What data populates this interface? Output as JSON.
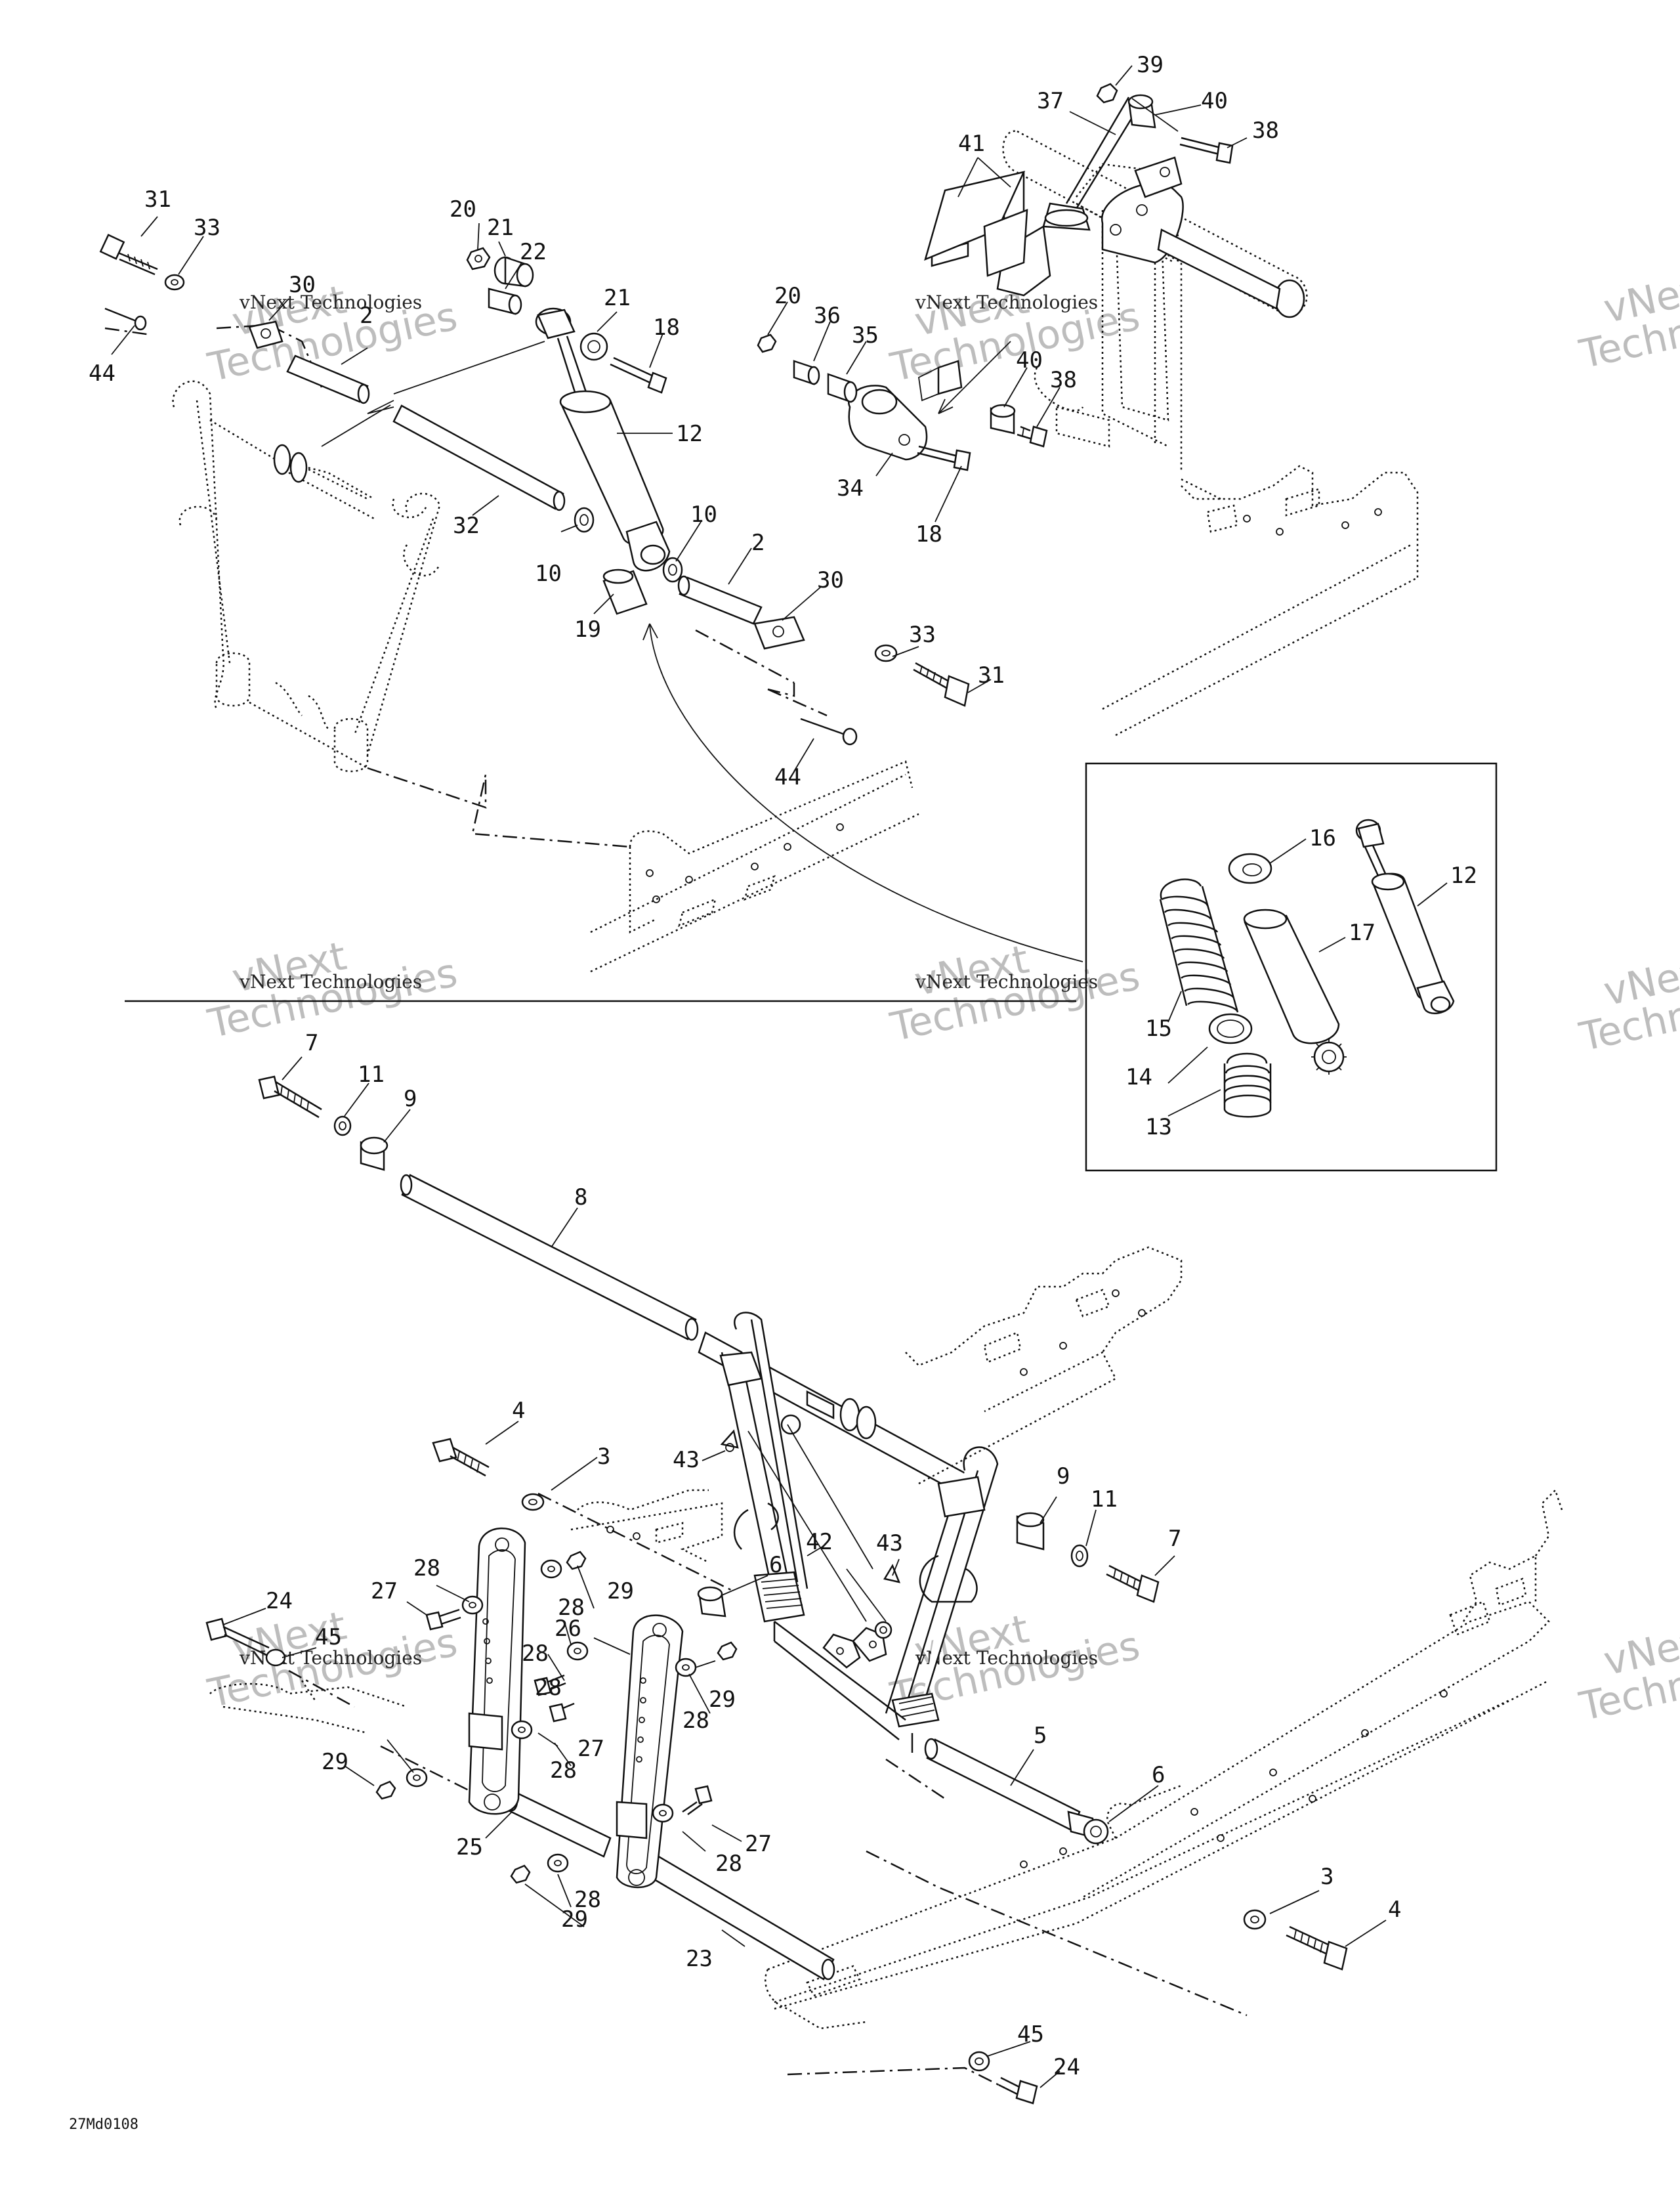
{
  "diagram": {
    "drawing_code": "27Md0108",
    "watermark_line1": "vNext",
    "watermark_line2": "Technologies",
    "watermark_caption": "vNext Technologies",
    "labels": [
      {
        "id": "31",
        "text": "31"
      },
      {
        "id": "33",
        "text": "33"
      },
      {
        "id": "30",
        "text": "30"
      },
      {
        "id": "2",
        "text": "2"
      },
      {
        "id": "44",
        "text": "44"
      },
      {
        "id": "20",
        "text": "20"
      },
      {
        "id": "21",
        "text": "21"
      },
      {
        "id": "22",
        "text": "22"
      },
      {
        "id": "21b",
        "text": "21"
      },
      {
        "id": "18",
        "text": "18"
      },
      {
        "id": "12",
        "text": "12"
      },
      {
        "id": "32",
        "text": "32"
      },
      {
        "id": "10",
        "text": "10"
      },
      {
        "id": "10b",
        "text": "10"
      },
      {
        "id": "2b",
        "text": "2"
      },
      {
        "id": "30b",
        "text": "30"
      },
      {
        "id": "19",
        "text": "19"
      },
      {
        "id": "33b",
        "text": "33"
      },
      {
        "id": "31b",
        "text": "31"
      },
      {
        "id": "44b",
        "text": "44"
      },
      {
        "id": "39",
        "text": "39"
      },
      {
        "id": "37",
        "text": "37"
      },
      {
        "id": "40",
        "text": "40"
      },
      {
        "id": "38",
        "text": "38"
      },
      {
        "id": "41",
        "text": "41"
      },
      {
        "id": "20b",
        "text": "20"
      },
      {
        "id": "36",
        "text": "36"
      },
      {
        "id": "35",
        "text": "35"
      },
      {
        "id": "40b",
        "text": "40"
      },
      {
        "id": "38b",
        "text": "38"
      },
      {
        "id": "34",
        "text": "34"
      },
      {
        "id": "18b",
        "text": "18"
      },
      {
        "id": "16",
        "text": "16"
      },
      {
        "id": "12b",
        "text": "12"
      },
      {
        "id": "17",
        "text": "17"
      },
      {
        "id": "15",
        "text": "15"
      },
      {
        "id": "14",
        "text": "14"
      },
      {
        "id": "13",
        "text": "13"
      },
      {
        "id": "7",
        "text": "7"
      },
      {
        "id": "11",
        "text": "11"
      },
      {
        "id": "9",
        "text": "9"
      },
      {
        "id": "8",
        "text": "8"
      },
      {
        "id": "4",
        "text": "4"
      },
      {
        "id": "3",
        "text": "3"
      },
      {
        "id": "43",
        "text": "43"
      },
      {
        "id": "42",
        "text": "42"
      },
      {
        "id": "43b",
        "text": "43"
      },
      {
        "id": "9b",
        "text": "9"
      },
      {
        "id": "11b",
        "text": "11"
      },
      {
        "id": "7b",
        "text": "7"
      },
      {
        "id": "6",
        "text": "6"
      },
      {
        "id": "24",
        "text": "24"
      },
      {
        "id": "45",
        "text": "45"
      },
      {
        "id": "27",
        "text": "27"
      },
      {
        "id": "28",
        "text": "28"
      },
      {
        "id": "29",
        "text": "29"
      },
      {
        "id": "28b",
        "text": "28"
      },
      {
        "id": "26",
        "text": "26"
      },
      {
        "id": "28c",
        "text": "28"
      },
      {
        "id": "29b",
        "text": "29"
      },
      {
        "id": "28d",
        "text": "28"
      },
      {
        "id": "27b",
        "text": "27"
      },
      {
        "id": "28e",
        "text": "28"
      },
      {
        "id": "28f",
        "text": "28"
      },
      {
        "id": "29c",
        "text": "29"
      },
      {
        "id": "25",
        "text": "25"
      },
      {
        "id": "28g",
        "text": "28"
      },
      {
        "id": "27c",
        "text": "27"
      },
      {
        "id": "28h",
        "text": "28"
      },
      {
        "id": "29d",
        "text": "29"
      },
      {
        "id": "5",
        "text": "5"
      },
      {
        "id": "6b",
        "text": "6"
      },
      {
        "id": "3b",
        "text": "3"
      },
      {
        "id": "4b",
        "text": "4"
      },
      {
        "id": "23",
        "text": "23"
      },
      {
        "id": "45b",
        "text": "45"
      },
      {
        "id": "24b",
        "text": "24"
      }
    ]
  }
}
